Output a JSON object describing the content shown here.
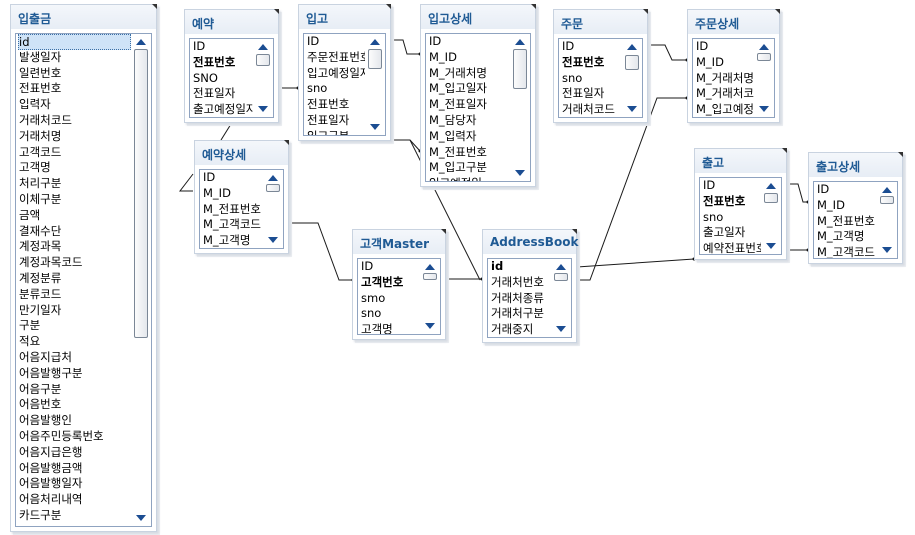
{
  "tables": {
    "ipchulgeum": {
      "title": "입출금",
      "fields": [
        "id",
        "발생일자",
        "일련번호",
        "전표번호",
        "입력자",
        "거래처코드",
        "거래처명",
        "고객코드",
        "고객명",
        "처리구분",
        "이체구분",
        "금액",
        "결재수단",
        "계정과목",
        "계정과목코드",
        "계정분류",
        "분류코드",
        "만기일자",
        "구분",
        "적요",
        "어음지급처",
        "어음발행구분",
        "어음구분",
        "어음번호",
        "어음발행인",
        "어음주민등록번호",
        "어음지급은행",
        "어음발행금액",
        "어음발행일자",
        "어음처리내역",
        "카드구분"
      ],
      "pk": [],
      "selected": 0
    },
    "yeyak": {
      "title": "예약",
      "fields": [
        "ID",
        "전표번호",
        "SNO",
        "전표일자",
        "출고예정일자"
      ],
      "pk": [
        1
      ]
    },
    "ipgo": {
      "title": "입고",
      "fields": [
        "ID",
        "주문전표번호",
        "입고예정일자",
        "sno",
        "전표번호",
        "전표일자",
        "입고구분"
      ],
      "pk": []
    },
    "ipgosangse": {
      "title": "입고상세",
      "fields": [
        "ID",
        "M_ID",
        "M_거래처명",
        "M_입고일자",
        "M_전표일자",
        "M_담당자",
        "M_입력자",
        "M_전표번호",
        "M_입고구분",
        "입고예정일"
      ],
      "pk": []
    },
    "jumun": {
      "title": "주문",
      "fields": [
        "ID",
        "전표번호",
        "sno",
        "전표일자",
        "거래처코드"
      ],
      "pk": [
        1
      ]
    },
    "jumunsangse": {
      "title": "주문상세",
      "fields": [
        "ID",
        "M_ID",
        "M_거래처명",
        "M_거래처코드",
        "M_입고예정"
      ],
      "pk": []
    },
    "yeyaksangse": {
      "title": "예약상세",
      "fields": [
        "ID",
        "M_ID",
        "M_전표번호",
        "M_고객코드",
        "M_고객명"
      ],
      "pk": []
    },
    "gogaekmaster": {
      "title": "고객Master",
      "fields": [
        "ID",
        "고객번호",
        "smo",
        "sno",
        "고객명"
      ],
      "pk": [
        1
      ]
    },
    "addressbook": {
      "title": "AddressBook",
      "fields": [
        "id",
        "거래처번호",
        "거래처종류",
        "거래처구분",
        "거래중지"
      ],
      "pk": [
        0
      ]
    },
    "chulgo": {
      "title": "출고",
      "fields": [
        "ID",
        "전표번호",
        "sno",
        "출고일자",
        "예약전표번호"
      ],
      "pk": [
        1
      ]
    },
    "chulgosangse": {
      "title": "출고상세",
      "fields": [
        "ID",
        "M_ID",
        "M_전표번호",
        "M_고객명",
        "M_고객코드"
      ],
      "pk": []
    }
  }
}
